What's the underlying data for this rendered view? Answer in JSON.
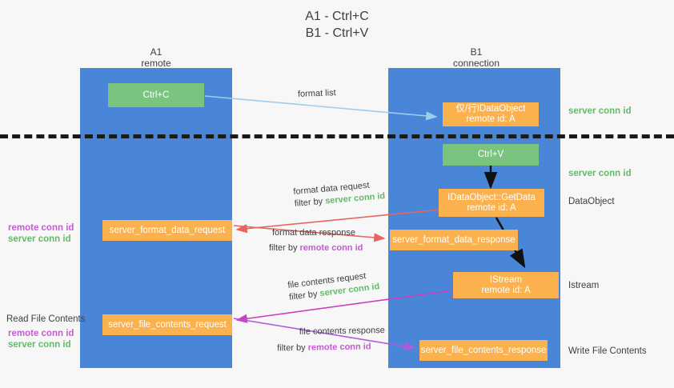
{
  "title": {
    "line1": "A1 - Ctrl+C",
    "line2": "B1 - Ctrl+V"
  },
  "columns": [
    {
      "name": "A1",
      "sub": "remote"
    },
    {
      "name": "B1",
      "sub": "connection"
    }
  ],
  "nodes": {
    "ctrl_c": {
      "label": "Ctrl+C",
      "color": "#7bc47f"
    },
    "ctrl_v": {
      "label": "Ctrl+V",
      "color": "#7bc47f"
    },
    "idataobject": {
      "line1": "仅/行IDataObject",
      "line2": "remote id: A",
      "color": "#fbb24e"
    },
    "getdata": {
      "line1": "IDataObject::GetData",
      "line2": "remote id: A",
      "color": "#fbb24e"
    },
    "istream": {
      "line1": "IStream",
      "line2": "remote id: A",
      "color": "#fbb24e"
    },
    "server_format_data_request": {
      "label": "server_format_data_request",
      "color": "#fbb24e"
    },
    "server_format_data_response": {
      "label": "server_format_data_response",
      "color": "#fbb24e"
    },
    "server_file_contents_request": {
      "label": "server_file_contents_request",
      "color": "#fbb24e"
    },
    "server_file_contents_response": {
      "label": "server_file_contents_response",
      "color": "#fbb24e"
    }
  },
  "right_labels": {
    "server_conn_id_top": "server conn id",
    "server_conn_id_mid": "server conn id",
    "dataobject": "DataObject",
    "istream": "Istream",
    "write_file_contents": "Write File Contents"
  },
  "left_labels": {
    "remote_conn_id_1": "remote conn id",
    "server_conn_id_1": "server conn id",
    "read_file_contents": "Read File Contents",
    "remote_conn_id_2": "remote conn id",
    "server_conn_id_2": "server conn id"
  },
  "edges": {
    "format_list": {
      "label": "format list",
      "color": "#9ccdee"
    },
    "format_data_request": {
      "line1": "format data request",
      "line2_prefix": "filter by ",
      "line2_key": "server conn id",
      "color": "#e8655e"
    },
    "format_data_response": {
      "line1": "format data response",
      "line2_prefix": "filter by ",
      "line2_key": "remote conn id",
      "color": "#e8655e"
    },
    "file_contents_request": {
      "line1": "file contents request",
      "line2_prefix": "filter by ",
      "line2_key": "server conn id",
      "color": "#cc3fbf"
    },
    "file_contents_response": {
      "line1": "file contents response",
      "line2_prefix": "filter by ",
      "line2_key": "remote conn id",
      "color": "#b05cd8"
    }
  },
  "colors": {
    "lane": "#4a86d8",
    "green_node": "#7bc47f",
    "orange_node": "#fbb24e",
    "green_text": "#63ba6a",
    "magenta_text": "#c35cd1",
    "dark_text": "#3c4043",
    "background": "#f7f7f7",
    "dashed": "#1a1a1a"
  }
}
